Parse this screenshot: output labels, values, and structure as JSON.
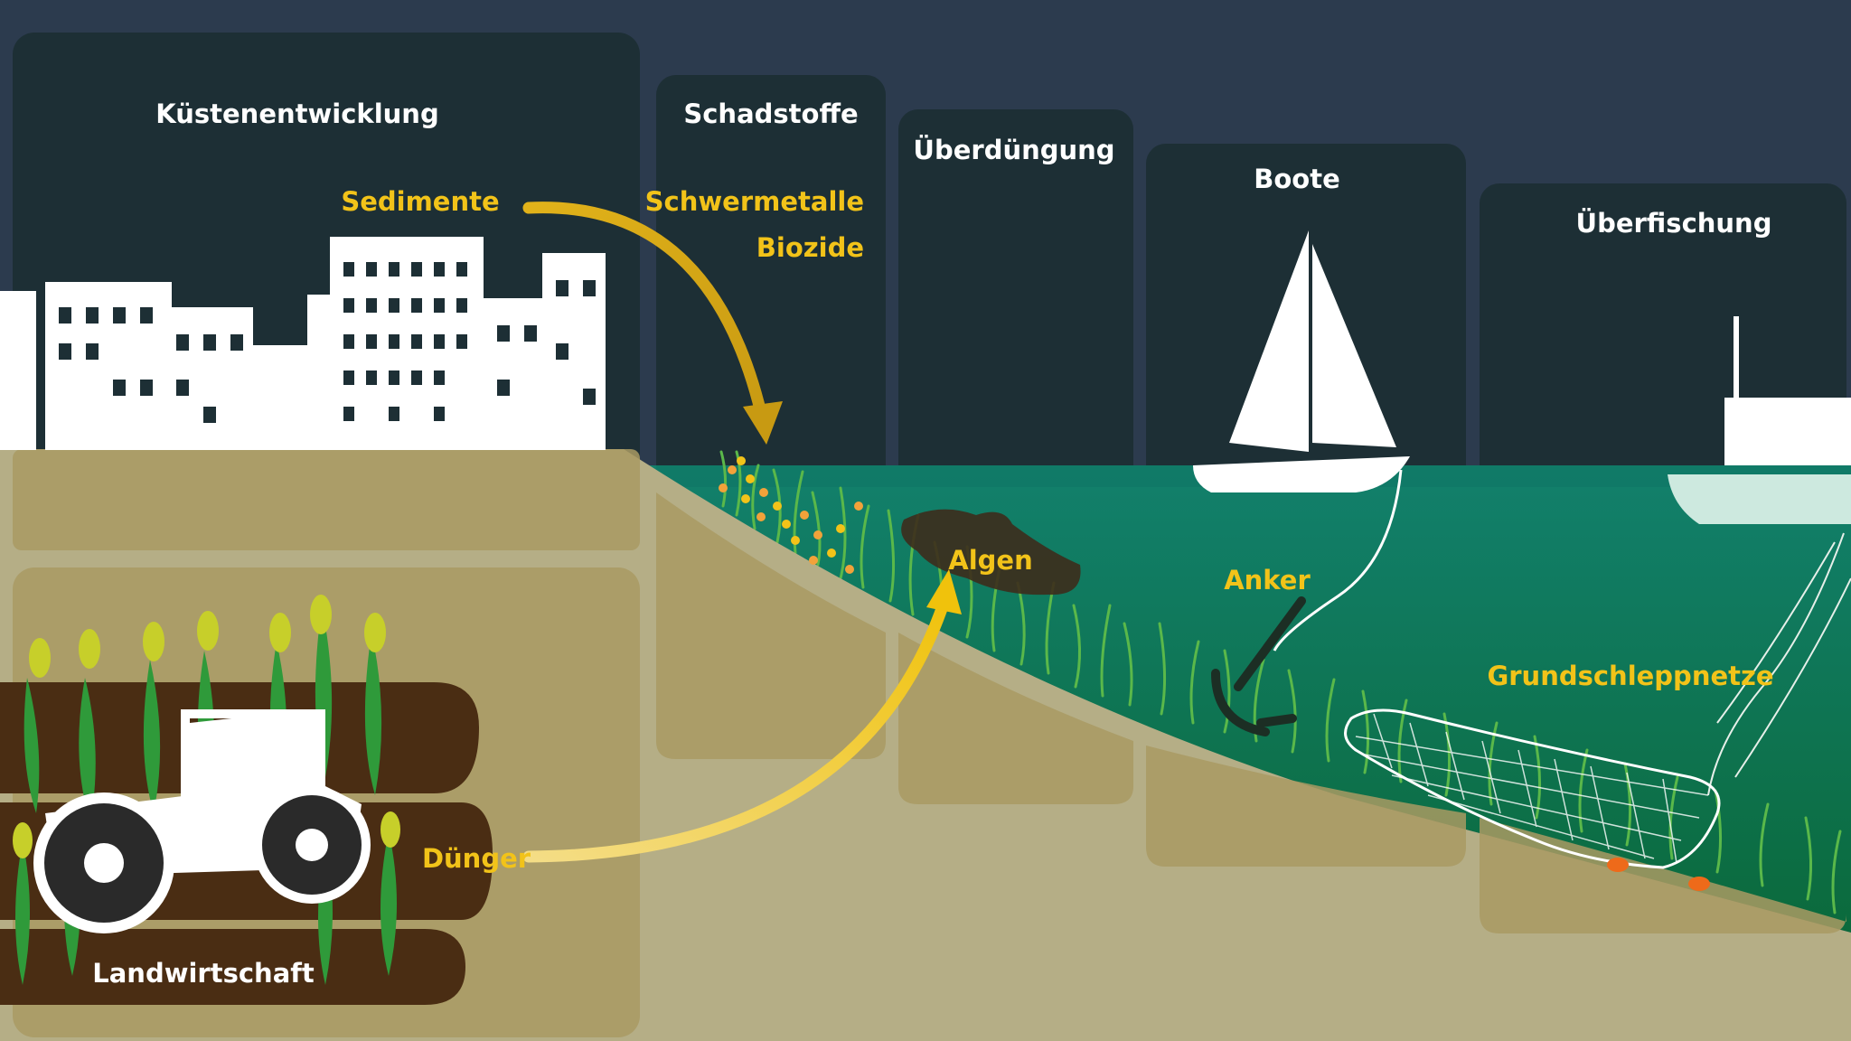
{
  "colors": {
    "sky": "#2c3b4e",
    "panel": "#1d2f35",
    "panel_lower": "#a89b66",
    "sand": "#b4ad84",
    "sand_dark": "#cfc394",
    "water_top": "#0f7a68",
    "water_bottom": "#0a6a3a",
    "soil": "#4b2e14",
    "accent_yellow": "#f2c319",
    "algae": "#3a2c1e",
    "white": "#ffffff"
  },
  "panels": {
    "coast": {
      "title": "Küstenentwicklung",
      "label": "Sedimente"
    },
    "pollutants": {
      "title": "Schadstoffe",
      "label1": "Schwermetalle",
      "label2": "Biozide"
    },
    "overfert": {
      "title": "Überdüngung",
      "label": "Algen"
    },
    "boats": {
      "title": "Boote",
      "label": "Anker"
    },
    "overfishing": {
      "title": "Überfischung",
      "label": "Grundschleppnetze"
    },
    "agriculture": {
      "title": "Landwirtschaft",
      "label": "Dünger"
    }
  }
}
